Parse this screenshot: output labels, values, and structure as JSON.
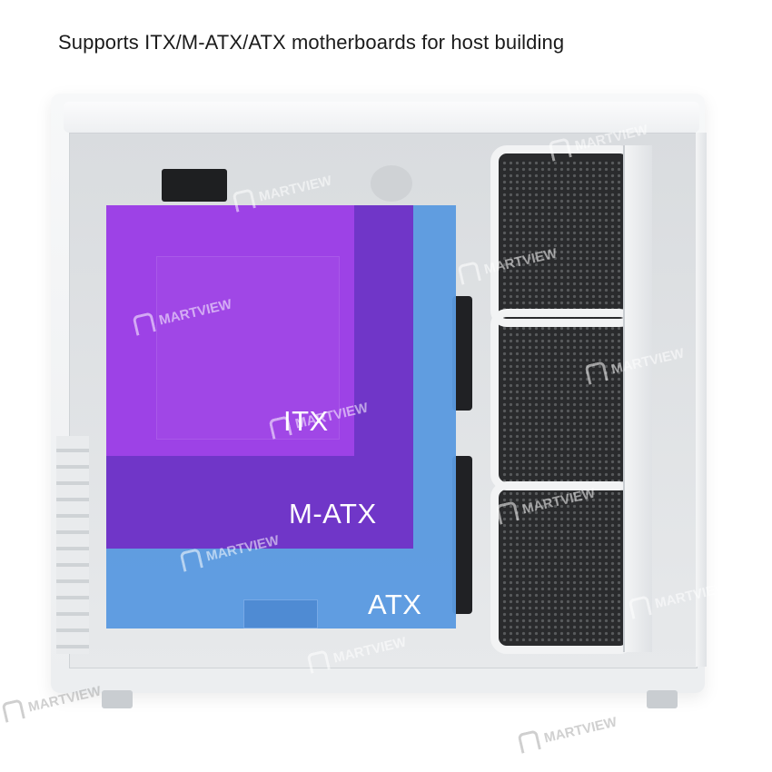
{
  "headline": "Supports ITX/M-ATX/ATX motherboards for host building",
  "labels": {
    "itx": "ITX",
    "matx": "M-ATX",
    "atx": "ATX"
  },
  "watermark": "MARTVIEW",
  "colors": {
    "itx": "#9d42e6",
    "matx": "#7036c8",
    "atx": "#5b9ae0",
    "case": "#f2f3f4"
  }
}
